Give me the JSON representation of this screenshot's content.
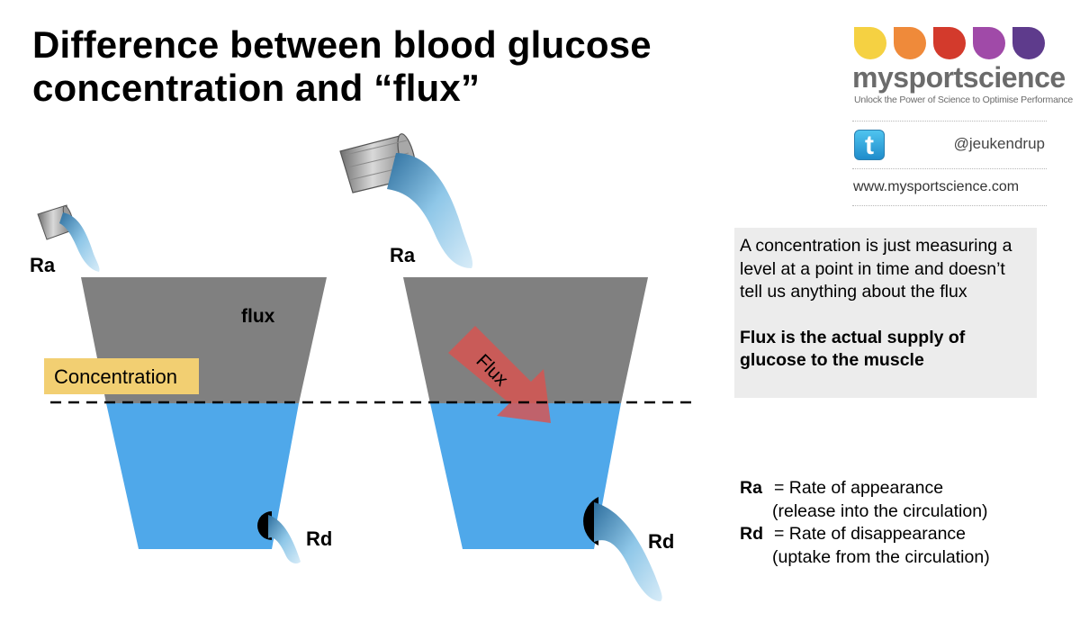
{
  "title": {
    "line1": "Difference between blood glucose",
    "line2": "concentration and “flux”"
  },
  "brand": {
    "name": "mysportscience",
    "tagline": "Unlock the Power of Science to Optimise Performance",
    "twitter_handle": "@jeukendrup",
    "website": "www.mysportscience.com",
    "drop_colors": [
      "#f5d142",
      "#ef8a3a",
      "#d33a2c",
      "#a04aa8",
      "#5e3b8c"
    ]
  },
  "diagram": {
    "left": {
      "ra_label": "Ra",
      "flux_label": "flux",
      "concentration_label": "Concentration",
      "rd_label": "Rd"
    },
    "right": {
      "ra_label": "Ra",
      "flux_arrow_label": "Flux",
      "rd_label": "Rd"
    },
    "colors": {
      "container": "#808080",
      "water": "#4fa8ea",
      "concentration_label_bg": "#f2cf72",
      "flux_arrow": "#d9534f"
    }
  },
  "info_box": {
    "paragraph1": "A concentration is just measuring a level at a point in time and doesn’t tell us anything about the flux",
    "paragraph2": "Flux is the actual supply of glucose to the muscle"
  },
  "legend": {
    "ra": {
      "abbr": "Ra",
      "definition": "= Rate of appearance",
      "detail": "(release into the circulation)"
    },
    "rd": {
      "abbr": "Rd",
      "definition": "= Rate of disappearance",
      "detail": "(uptake from the circulation)"
    }
  }
}
